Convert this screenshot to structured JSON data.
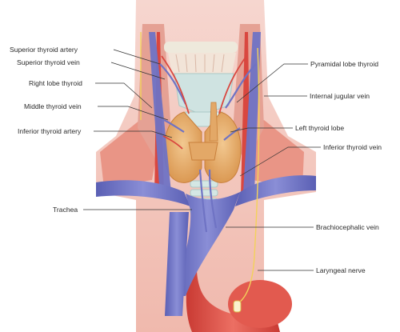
{
  "labels": {
    "superior_thyroid_artery": "Superior thyroid artery",
    "superior_thyroid_vein": "Superior thyroid vein",
    "right_lobe_thyroid": "Right lobe thyroid",
    "middle_thyroid_vein": "Middle thyroid vein",
    "inferior_thyroid_artery": "Inferior thyroid artery",
    "trachea": "Trachea",
    "pyramidal_lobe_thyroid": "Pyramidal lobe thyroid",
    "internal_jugular_vein": "Internal jugular vein",
    "left_thyroid_lobe": "Left thyroid lobe",
    "inferior_thyroid_vein": "Inferior thyroid vein",
    "brachiocephalic_vein": "Brachiocephalic vein",
    "laryngeal_nerve": "Laryngeal nerve"
  },
  "colors": {
    "artery": "#d9473f",
    "vein": "#6f73c4",
    "thyroid": "#e3a867",
    "trachea": "#cfe3e1",
    "muscle": "#e79a8e",
    "nerve": "#f3d25a"
  }
}
